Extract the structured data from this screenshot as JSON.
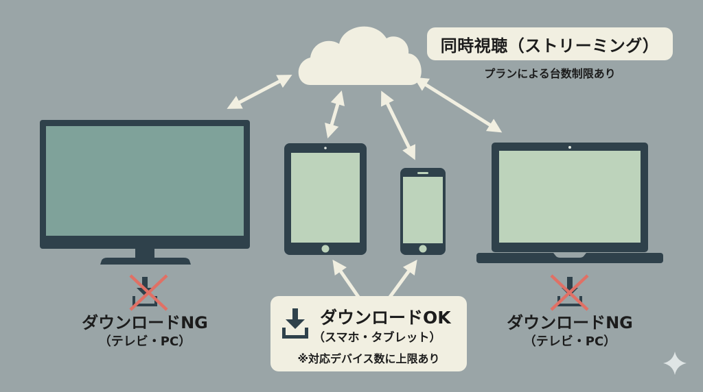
{
  "colors": {
    "background": "#9aa5a7",
    "cloud": "#f1efe1",
    "arrow": "#f1efe1",
    "device_frame": "#2f414b",
    "tv_screen": "#7fa29a",
    "screen_light": "#bdd3bb",
    "cross_red": "#e07065",
    "text": "#1c1c1c",
    "label_box": "#f1efe1"
  },
  "streaming": {
    "title": "同時視聴（ストリーミング）",
    "subtitle": "プランによる台数制限あり"
  },
  "devices": [
    {
      "name": "tv",
      "icon": "tv-icon"
    },
    {
      "name": "tablet",
      "icon": "tablet-icon"
    },
    {
      "name": "smartphone",
      "icon": "smartphone-icon"
    },
    {
      "name": "laptop",
      "icon": "laptop-icon"
    }
  ],
  "download_ng_left": {
    "label": "ダウンロードNG",
    "sublabel": "（テレビ・PC）",
    "icon": "download-blocked-icon"
  },
  "download_ng_right": {
    "label": "ダウンロードNG",
    "sublabel": "（テレビ・PC）",
    "icon": "download-blocked-icon"
  },
  "download_ok": {
    "label": "ダウンロードOK",
    "sublabel": "（スマホ・タブレット）",
    "note": "※対応デバイス数に上限あり",
    "icon": "download-icon"
  },
  "decoration": {
    "icon": "sparkle-icon"
  }
}
